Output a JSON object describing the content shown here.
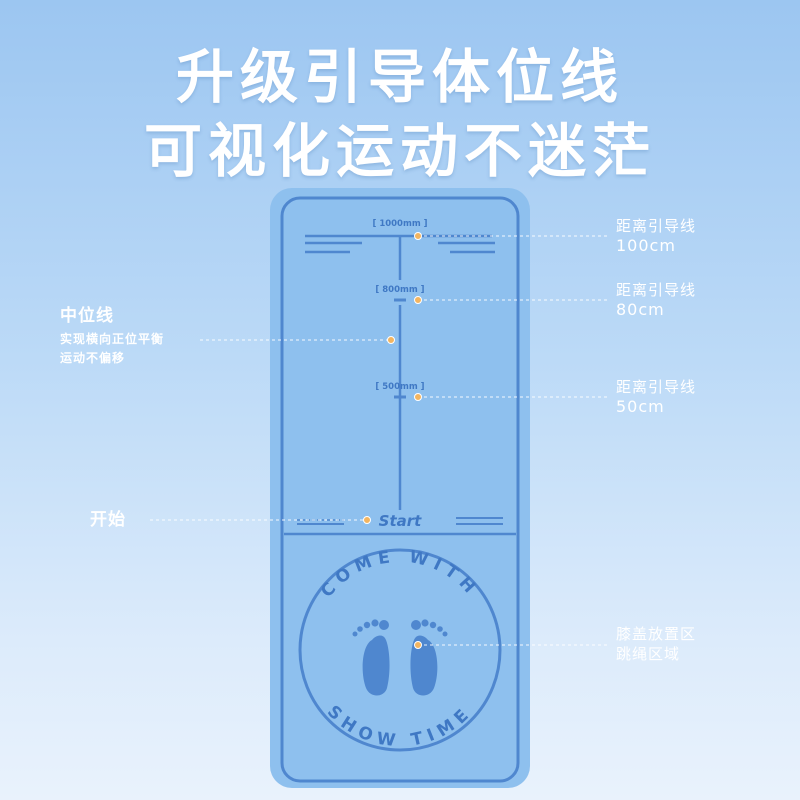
{
  "headline": {
    "line1": "升级引导体位线",
    "line2": "可视化运动不迷茫"
  },
  "mat": {
    "marks": {
      "m1000": "[ 1000mm ]",
      "m800": "[ 800mm ]",
      "m500": "[ 500mm ]"
    },
    "start_label": "Start",
    "circle_text_top": "COME WITH",
    "circle_text_bottom": "SHOW TIME"
  },
  "annotations": {
    "guide_100": {
      "title": "距离引导线",
      "value": "100cm"
    },
    "guide_80": {
      "title": "距离引导线",
      "value": "80cm"
    },
    "guide_50": {
      "title": "距离引导线",
      "value": "50cm"
    },
    "midline": {
      "title": "中位线",
      "line1": "实现横向正位平衡",
      "line2": "运动不偏移"
    },
    "start": {
      "title": "开始"
    },
    "knee": {
      "line1": "膝盖放置区",
      "line2": "跳绳区域"
    }
  },
  "colors": {
    "mat_fill": "#8ec0ee",
    "mat_line": "#4f87cf",
    "dot": "#f2b561",
    "text": "#ffffff"
  }
}
